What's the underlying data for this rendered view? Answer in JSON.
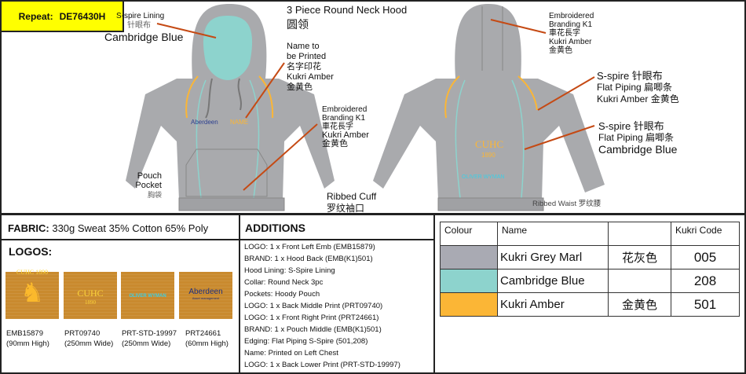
{
  "repeat": {
    "label": "Repeat:",
    "code": "DE76430H"
  },
  "front": {
    "title": "3 Piece Round Neck Hood",
    "title_cn": "圆领",
    "lining": {
      "en": "S-spire Lining",
      "cn": "针眼布",
      "colour": "Cambridge Blue"
    },
    "name": {
      "l1": "Name to",
      "l2": "be Printed",
      "cn": "名字印花",
      "colour": "Kukri Amber",
      "colour_cn": "金黄色"
    },
    "branding": {
      "l1": "Embroidered",
      "l2": "Branding K1",
      "cn": "車花長字",
      "colour": "Kukri Amber",
      "colour_cn": "金黄色"
    },
    "pouch": {
      "l1": "Pouch",
      "l2": "Pocket",
      "cn": "胸袋"
    },
    "cuff": {
      "en": "Ribbed Cuff",
      "cn": "罗纹袖口"
    },
    "chest_logo": "Aberdeen",
    "name_text": "NAME"
  },
  "back": {
    "branding": {
      "l1": "Embroidered",
      "l2": "Branding K1",
      "cn": "車花長字",
      "colour": "Kukri Amber",
      "colour_cn": "金黄色"
    },
    "piping_amber": {
      "l1": "S-spire 针眼布",
      "l2": "Flat Piping 扁唧条",
      "l3": "Kukri Amber 金黄色"
    },
    "piping_blue": {
      "l1": "S-spire 针眼布",
      "l2": "Flat Piping 扁唧条",
      "l3": "Cambridge Blue"
    },
    "waist": "Ribbed Waist 罗纹腰",
    "print_cuhc": "CUHC",
    "print_year": "1890",
    "print_ow": "OLIVER WYMAN"
  },
  "fabric": {
    "label": "FABRIC:",
    "value": "330g Sweat 35% Cotton 65% Poly"
  },
  "logos": {
    "label": "LOGOS:",
    "items": [
      {
        "code": "EMB15879",
        "size": "(90mm High)",
        "art": "CUHC 1890"
      },
      {
        "code": "PRT09740",
        "size": "(250mm Wide)",
        "art": "CUHC",
        "art2": "1890"
      },
      {
        "code": "PRT-STD-19997",
        "size": "(250mm Wide)",
        "art": "OLIVER WYMAN"
      },
      {
        "code": "PRT24661",
        "size": "(60mm High)",
        "art": "Aberdeen",
        "art2": "Asset management"
      }
    ]
  },
  "additions": {
    "title": "ADDITIONS",
    "items": [
      "LOGO: 1 x Front Left Emb (EMB15879)",
      "BRAND: 1 x Hood Back (EMB(K1)501)",
      "Hood Lining: S-Spire Lining",
      "Collar: Round Neck 3pc",
      "Pockets: Hoody Pouch",
      "LOGO: 1 x Back Middle Print (PRT09740)",
      "LOGO: 1 x Front Right Print (PRT24661)",
      "BRAND: 1 x Pouch Middle (EMB(K1)501)",
      "Edging: Flat Piping S-Spire (501,208)",
      "Name: Printed on Left Chest",
      "LOGO: 1 x Back Lower Print (PRT-STD-19997)"
    ]
  },
  "colours": {
    "headers": [
      "Colour",
      "Name",
      "",
      "Kukri Code"
    ],
    "rows": [
      {
        "swatch": "#a9aab3",
        "name": "Kukri Grey Marl",
        "cn": "花灰色",
        "code": "005"
      },
      {
        "swatch": "#8dd3cd",
        "name": "Cambridge Blue",
        "cn": "",
        "code": "208"
      },
      {
        "swatch": "#fbb636",
        "name": "Kukri Amber",
        "cn": "金黄色",
        "code": "501"
      }
    ]
  }
}
